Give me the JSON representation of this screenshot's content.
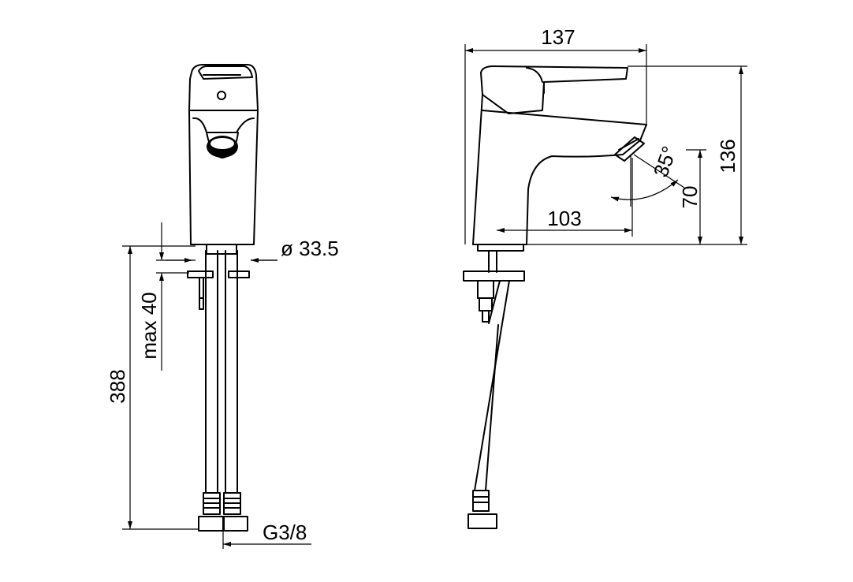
{
  "front_view": {
    "dim_height_total": "388",
    "dim_max_deck": "max 40",
    "dim_diameter": "ø 33.5",
    "dim_thread": "G3/8"
  },
  "side_view": {
    "dim_length": "137",
    "dim_height": "136",
    "dim_spout_height": "70",
    "dim_spout_reach": "103",
    "dim_angle": "35°"
  }
}
